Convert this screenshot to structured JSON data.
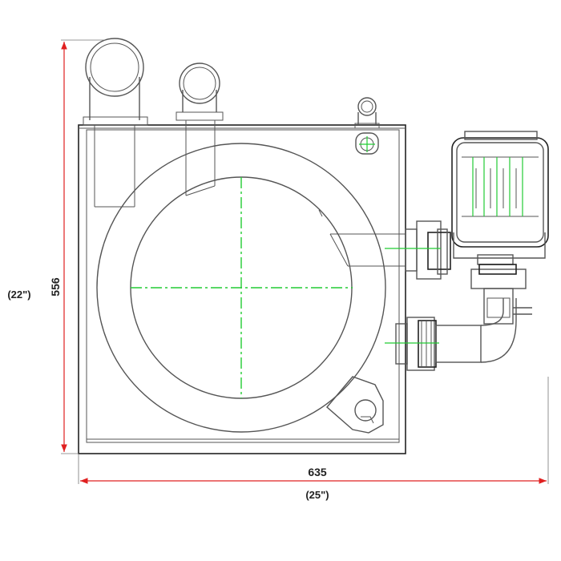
{
  "dimensions": {
    "height_mm": "556",
    "height_in": "(22\")",
    "width_mm": "635",
    "width_in": "(25\")"
  },
  "colors": {
    "dimension_line": "#e02020",
    "center_line": "#22cc33",
    "outline": "#555555"
  }
}
